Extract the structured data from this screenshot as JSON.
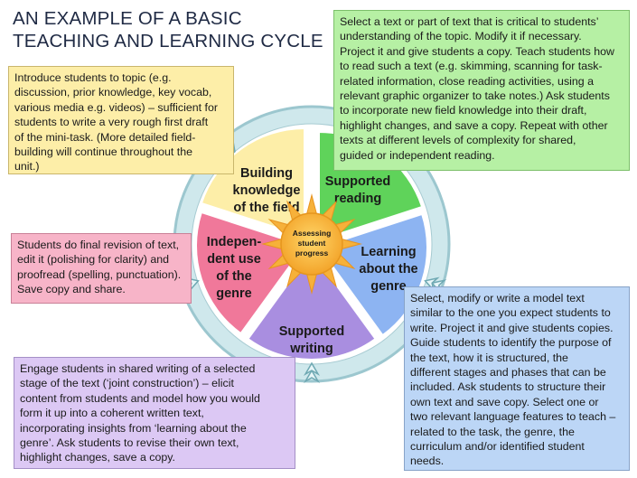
{
  "title": [
    "AN EXAMPLE OF A BASIC",
    "TEACHING AND LEARNING CYCLE"
  ],
  "segments": {
    "building": [
      "Building",
      "knowledge",
      "of the field"
    ],
    "reading": [
      "Supported",
      "reading"
    ],
    "learning": [
      "Learning",
      "about the",
      "genre"
    ],
    "writing": [
      "Supported",
      "writing"
    ],
    "independent": [
      "Indepen-",
      "dent use",
      "of the",
      "genre"
    ]
  },
  "center": [
    "Assessing",
    "student",
    "progress"
  ],
  "boxes": {
    "intro": [
      "Introduce students to topic (e.g.",
      "discussion, prior knowledge, key vocab,",
      "various media e.g. videos) – sufficient for",
      "students to write a very rough first draft",
      "of the mini-task. (More detailed field-",
      "building will continue throughout the",
      "unit.)"
    ],
    "reading": [
      "Select a text or part of text that is critical to students’",
      "understanding of the topic. Modify it if necessary.",
      "Project it and give students a copy. Teach students how",
      "to read such a text (e.g. skimming, scanning for task-",
      "related information, close reading activities, using a",
      "relevant graphic organizer to take notes.)  Ask students",
      "to incorporate new field knowledge into their draft,",
      "highlight changes, and save a copy.  Repeat with other",
      "texts at different levels of complexity for shared,",
      "guided or independent reading."
    ],
    "independent": [
      "Students do final revision of text,",
      "edit it (polishing for clarity) and",
      "proofread (spelling, punctuation).",
      "Save copy and share."
    ],
    "model": [
      "Select, modify or write a model text",
      "similar to the one you expect students to",
      "write. Project it and give students copies.",
      "Guide students to identify the purpose of",
      "the text, how it is structured, the",
      "different stages and phases that can be",
      "included. Ask students to structure their",
      "own text and save copy. Select one or",
      "two relevant language features to teach –",
      "related to the task, the genre, the",
      "curriculum and/or identified student",
      "needs."
    ],
    "writing": [
      "Engage students in shared writing of a selected",
      "stage of the text (‘joint construction’) – elicit",
      "content from students and model how you would",
      "form it up into a coherent written text,",
      "incorporating insights from ‘learning about the",
      "genre’. Ask students to revise their own text,",
      "highlight changes, save a copy."
    ]
  },
  "colors": {
    "building": "#fdeea8",
    "reading": "#5fd35a",
    "learning": "#8db4f2",
    "writing": "#a98ee0",
    "independent": "#f0789a",
    "ring": "#c9e6ea",
    "sun": "#f6b13a"
  }
}
